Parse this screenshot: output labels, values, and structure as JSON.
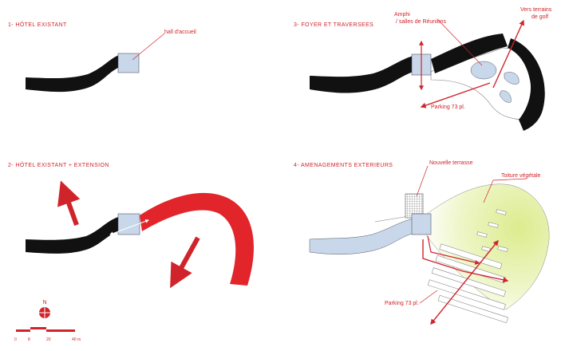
{
  "colors": {
    "accent": "#d0242b",
    "building": "#111111",
    "annex": "#c8d8ea",
    "extension": "#e2242b",
    "landscape": "#e3ef9a"
  },
  "panels": [
    {
      "title": "1- HÔTEL EXISTANT",
      "notes": [
        "hall d'accueil"
      ]
    },
    {
      "title": "2- HÔTEL EXISTANT + EXTENSION",
      "notes": []
    },
    {
      "title": "3- FOYER ET TRAVERSEES",
      "notes": [
        "Amphi",
        "/ salles de Réunions",
        "Vers terrains",
        "de golf",
        "Parking 73 pl."
      ]
    },
    {
      "title": "4- AMENAGEMENTS EXTERIEURS",
      "notes": [
        "Nouvelle terrasse",
        "Toiture végétale",
        "Parking 73 pl."
      ]
    }
  ],
  "north": {
    "label": "N"
  },
  "scale_bar": {
    "ticks": [
      "0",
      "8",
      "20",
      "40 m"
    ]
  }
}
